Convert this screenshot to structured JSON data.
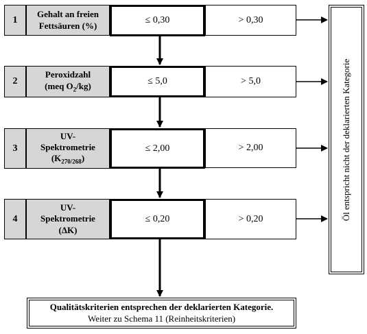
{
  "rows": [
    {
      "number": "1",
      "label_line1": "Gehalt an freien",
      "label_line2": "Fettsäuren (%)",
      "pass": "≤ 0,30",
      "fail": "> 0,30"
    },
    {
      "number": "2",
      "label_line1": "Peroxidzahl",
      "label_line2_pre": "(meq O",
      "label_line2_sub": "2",
      "label_line2_post": "/kg)",
      "pass": "≤ 5,0",
      "fail": "> 5,0"
    },
    {
      "number": "3",
      "label_line1": "UV-",
      "label_line2": "Spektrometrie",
      "label_line3_pre": "(K",
      "label_line3_sub": "270/268",
      "label_line3_post": ")",
      "pass": "≤ 2,00",
      "fail": "> 2,00"
    },
    {
      "number": "4",
      "label_line1": "UV-",
      "label_line2": "Spektrometrie",
      "label_line3": "(ΔK)",
      "pass": "≤ 0,20",
      "fail": "> 0,20"
    }
  ],
  "reject_text": "Öl entspricht nicht der deklarierten Kategorie",
  "final_line1": "Qualitätskriterien entsprechen der deklarierten Kategorie.",
  "final_line2": "Weiter zu Schema 11 (Reinheitskriterien)"
}
